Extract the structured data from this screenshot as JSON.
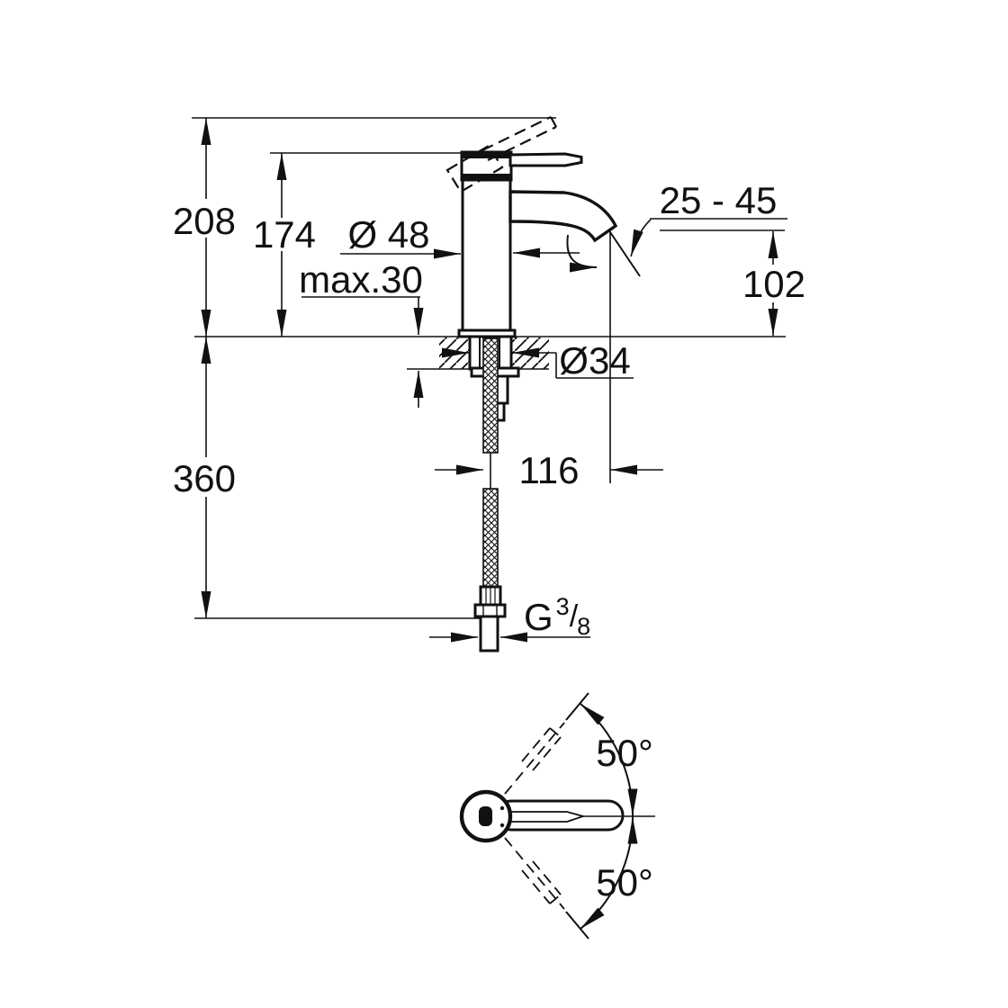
{
  "drawing": {
    "type": "technical-dimension-drawing",
    "subject": "single-lever-basin-faucet",
    "colors": {
      "ink": "#111111",
      "background": "#ffffff"
    },
    "front_view": {
      "overall_height": "208",
      "body_height": "174",
      "body_diameter": "Ø 48",
      "max_deck_thickness": "max.30",
      "spout_angle_range": "25 - 45",
      "spout_outlet_height": "102",
      "shank_diameter": "Ø34",
      "hose_length": "360",
      "spout_reach": "116",
      "thread": {
        "main": "G",
        "numerator": "3",
        "slash": "/",
        "denominator": "8"
      }
    },
    "plan_view": {
      "upper_swing_angle": "50°",
      "lower_swing_angle": "50°"
    }
  }
}
